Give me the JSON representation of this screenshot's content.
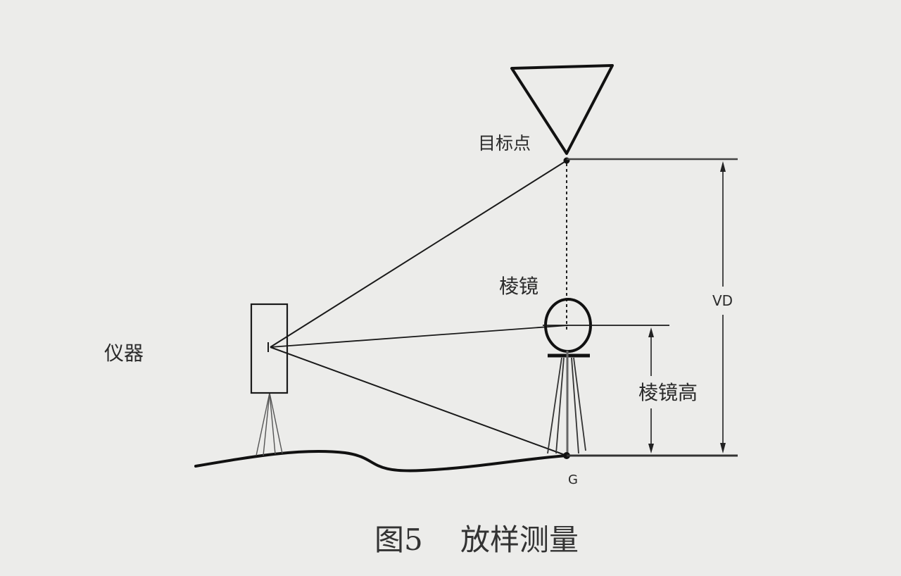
{
  "labels": {
    "target_point": "目标点",
    "prism": "棱镜",
    "instrument": "仪器",
    "vertical_distance": "VD",
    "prism_height": "棱镜高",
    "ground_point": "G"
  },
  "caption": {
    "figure_number": "图5",
    "title": "放样测量"
  }
}
